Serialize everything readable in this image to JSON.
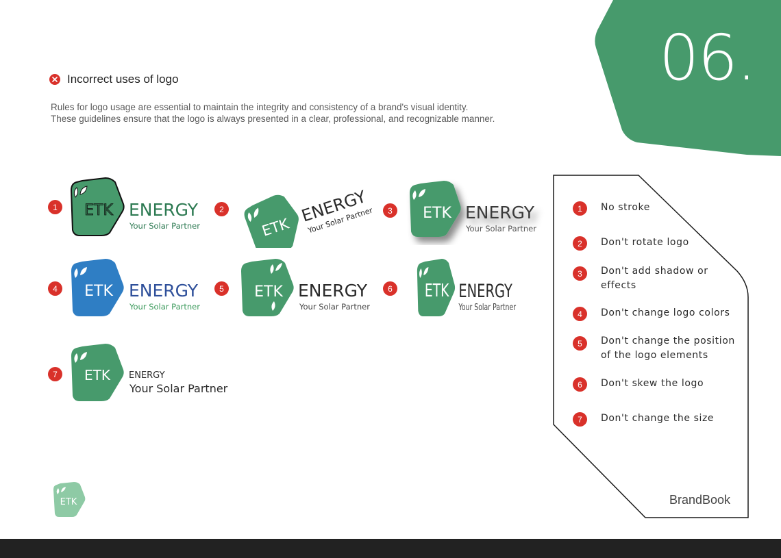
{
  "page_number": "06.",
  "heading": "Incorrect uses of logo",
  "intro": [
    "Rules for logo usage are essential to maintain the integrity and consistency of a brand's visual identity.",
    "These guidelines ensure that the logo is always presented in a clear, professional, and recognizable manner."
  ],
  "logo": {
    "mark": "ETK",
    "word": "ENERGY",
    "tagline": "Your Solar Partner"
  },
  "examples": [
    {
      "num": "1"
    },
    {
      "num": "2"
    },
    {
      "num": "3"
    },
    {
      "num": "4"
    },
    {
      "num": "5"
    },
    {
      "num": "6"
    },
    {
      "num": "7"
    }
  ],
  "rules": [
    {
      "num": "1",
      "text": "No stroke"
    },
    {
      "num": "2",
      "text": "Don't rotate logo"
    },
    {
      "num": "3",
      "text": "Don't add shadow or effects"
    },
    {
      "num": "4",
      "text": "Don't change logo colors"
    },
    {
      "num": "5",
      "text": "Don't change the position of the logo elements"
    },
    {
      "num": "6",
      "text": "Don't skew the logo"
    },
    {
      "num": "7",
      "text": "Don't change the size"
    }
  ],
  "brandbook": "BrandBook",
  "colors": {
    "brand_green": "#479a6c",
    "light_green": "#8ecaa5",
    "alt_blue": "#2f7ec4",
    "accent_red": "#d9312a",
    "dark_bar": "#222222"
  }
}
